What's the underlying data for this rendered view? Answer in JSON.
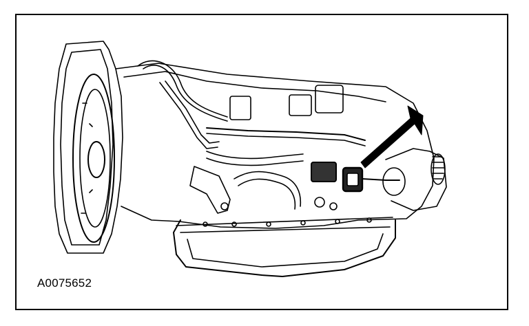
{
  "figure": {
    "id_label": "A0075652",
    "subject": "automatic-transmission-side-view",
    "callout": "arrow-pointing-to-electrical-connector",
    "colors": {
      "line": "#000000",
      "background": "#ffffff"
    }
  }
}
